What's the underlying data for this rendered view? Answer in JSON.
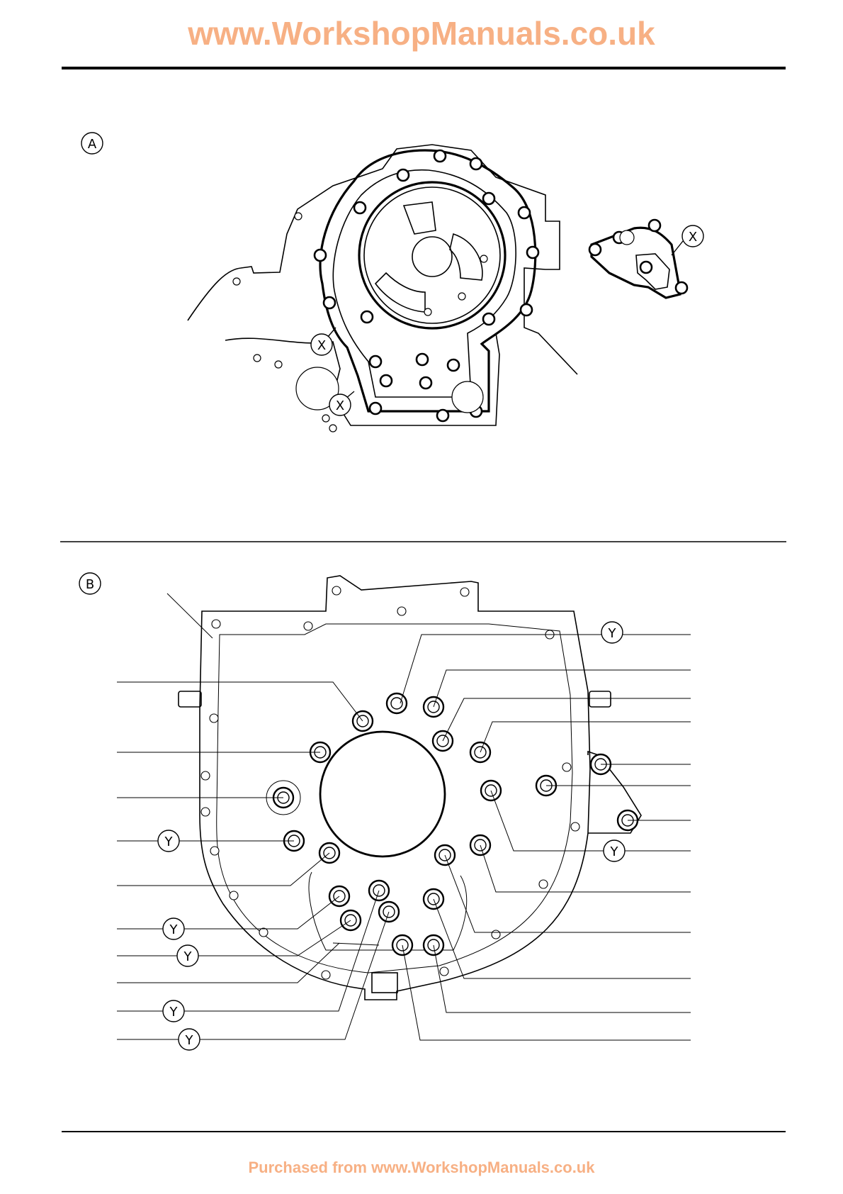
{
  "header": {
    "title": "www.WorkshopManuals.co.uk"
  },
  "footer": {
    "text": "Purchased from www.WorkshopManuals.co.uk"
  },
  "figure_a": {
    "label": "A",
    "marker": "X"
  },
  "figure_b": {
    "label": "B",
    "marker": "Y"
  },
  "colors": {
    "watermark": "#f7b084",
    "line": "#000000"
  }
}
